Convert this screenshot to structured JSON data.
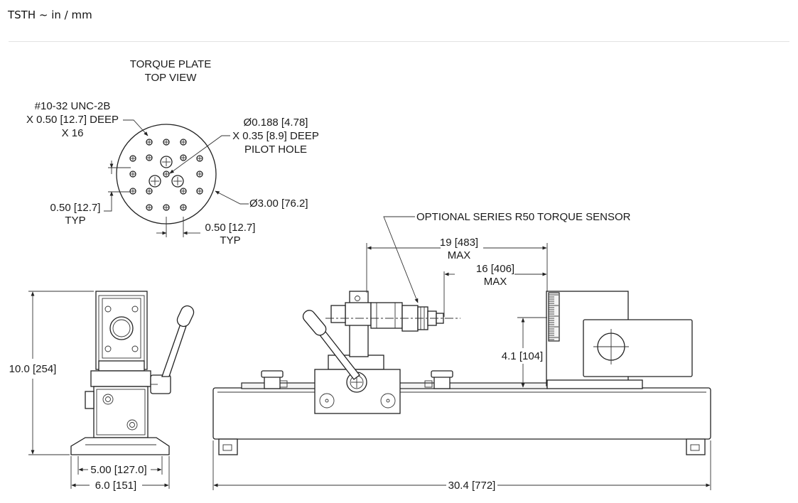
{
  "header": {
    "title": "TSTH ~ in / mm"
  },
  "torque_plate": {
    "title_line1": "TORQUE PLATE",
    "title_line2": "TOP VIEW",
    "thread_line1": "#10-32 UNC-2B",
    "thread_line2": "X 0.50 [12.7] DEEP",
    "thread_line3": "X 16",
    "pilot_line1": "Ø0.188 [4.78]",
    "pilot_line2": "X 0.35 [8.9] DEEP",
    "pilot_line3": "PILOT HOLE",
    "diameter": "Ø3.00 [76.2]",
    "spacing_left_line1": "0.50 [12.7]",
    "spacing_left_line2": "TYP",
    "spacing_bottom_line1": "0.50 [12.7]",
    "spacing_bottom_line2": "TYP"
  },
  "side_view": {
    "height": "10.0 [254]",
    "inner_width": "5.00 [127.0]",
    "outer_width": "6.0 [151]"
  },
  "front_view": {
    "sensor_label": "OPTIONAL SERIES R50 TORQUE SENSOR",
    "max_travel_line1": "19 [483]",
    "max_travel_line2": "MAX",
    "min_travel_line1": "16 [406]",
    "min_travel_line2": "MAX",
    "center_height": "4.1 [104]",
    "overall_length": "30.4 [772]"
  }
}
